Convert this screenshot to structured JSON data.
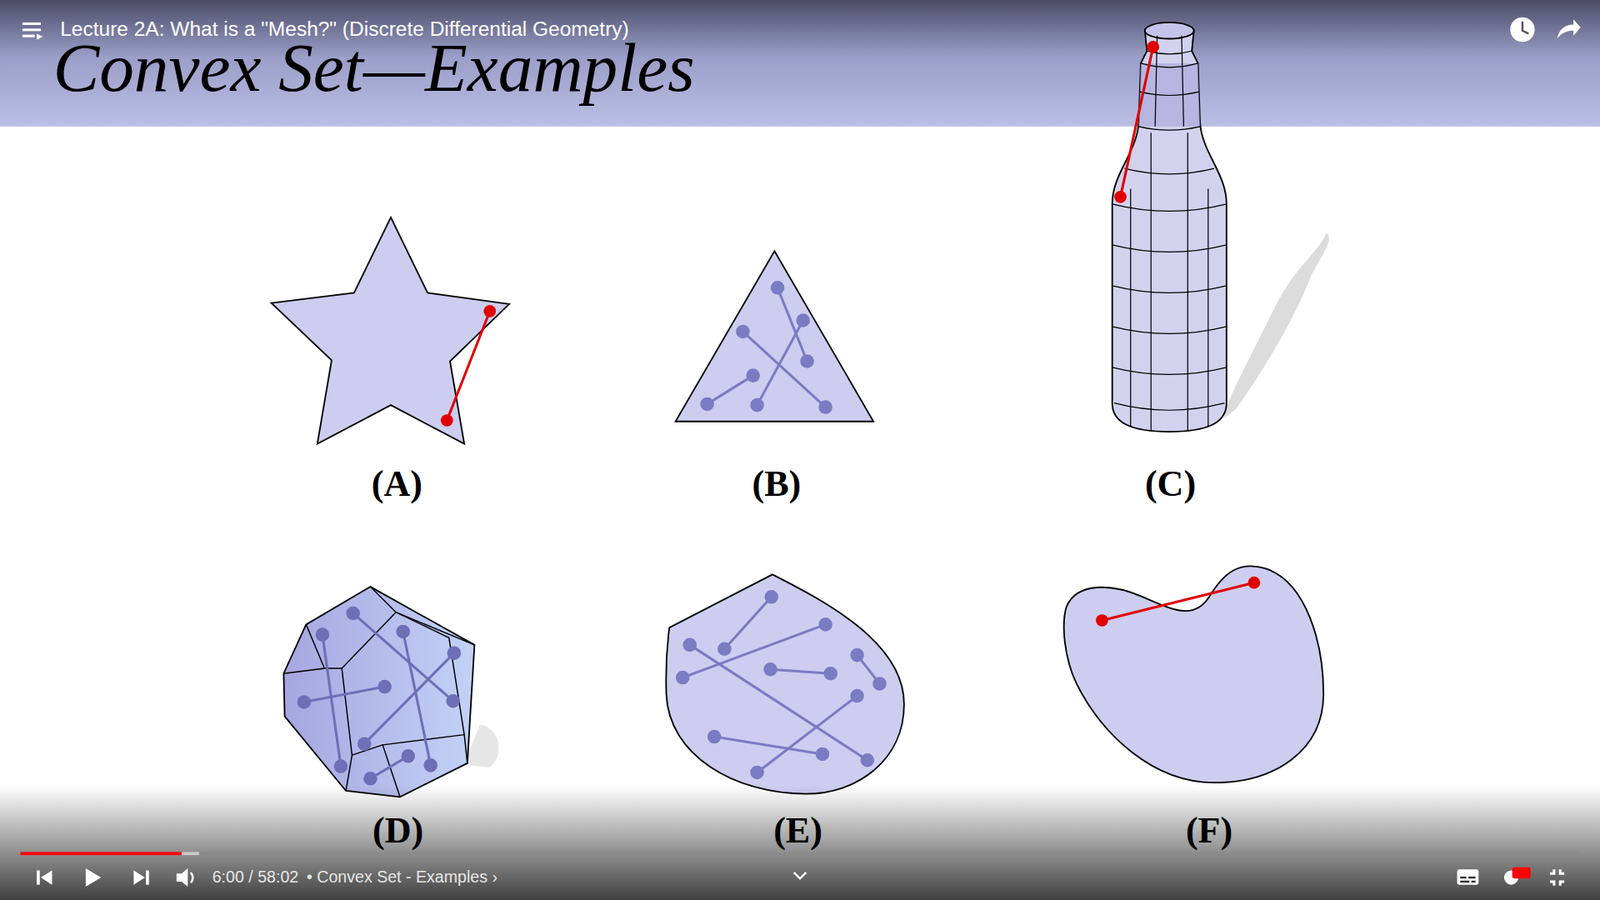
{
  "diagram": {
    "title": "Convex Set—Examples",
    "labels": [
      "Lecture 2A: What is a \"Mesh?\" (Discrete Differential Geometry)",
      "(A)",
      "(B)",
      "(C)",
      "(D)",
      "(E)",
      "(F)",
      "6:00 / 58:02",
      "• Convex Set - Examples ›"
    ]
  }
}
